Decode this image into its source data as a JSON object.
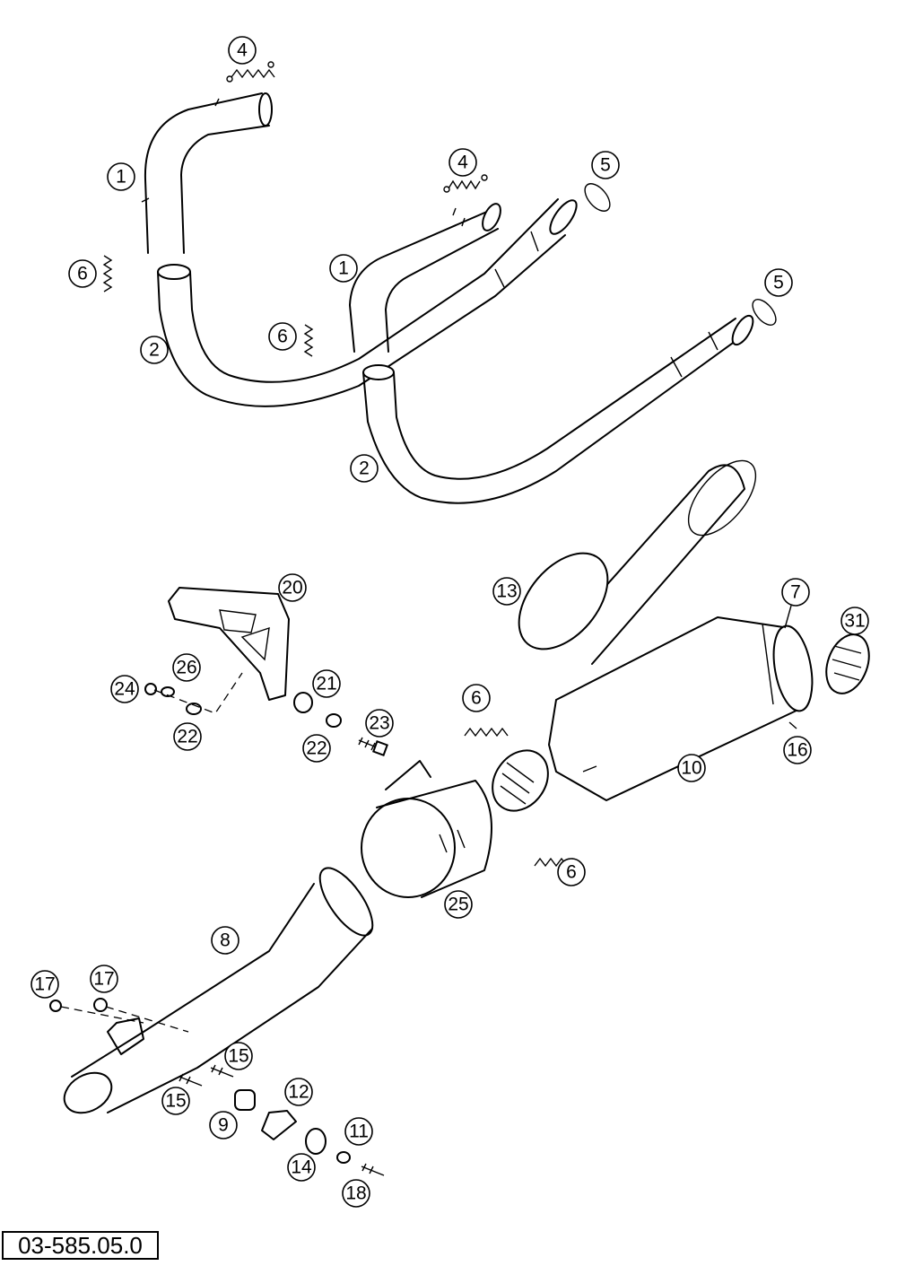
{
  "reference_number": "03-585.05.0",
  "callouts": [
    {
      "id": "c1a",
      "label": "1"
    },
    {
      "id": "c1b",
      "label": "1"
    },
    {
      "id": "c2a",
      "label": "2"
    },
    {
      "id": "c2b",
      "label": "2"
    },
    {
      "id": "c4a",
      "label": "4"
    },
    {
      "id": "c4b",
      "label": "4"
    },
    {
      "id": "c5a",
      "label": "5"
    },
    {
      "id": "c5b",
      "label": "5"
    },
    {
      "id": "c6a",
      "label": "6"
    },
    {
      "id": "c6b",
      "label": "6"
    },
    {
      "id": "c6c",
      "label": "6"
    },
    {
      "id": "c6d",
      "label": "6"
    },
    {
      "id": "c7",
      "label": "7"
    },
    {
      "id": "c8",
      "label": "8"
    },
    {
      "id": "c9",
      "label": "9"
    },
    {
      "id": "c10",
      "label": "10"
    },
    {
      "id": "c11",
      "label": "11"
    },
    {
      "id": "c12",
      "label": "12"
    },
    {
      "id": "c13",
      "label": "13"
    },
    {
      "id": "c14",
      "label": "14"
    },
    {
      "id": "c15a",
      "label": "15"
    },
    {
      "id": "c15b",
      "label": "15"
    },
    {
      "id": "c16",
      "label": "16"
    },
    {
      "id": "c17a",
      "label": "17"
    },
    {
      "id": "c17b",
      "label": "17"
    },
    {
      "id": "c18",
      "label": "18"
    },
    {
      "id": "c20",
      "label": "20"
    },
    {
      "id": "c21",
      "label": "21"
    },
    {
      "id": "c22a",
      "label": "22"
    },
    {
      "id": "c22b",
      "label": "22"
    },
    {
      "id": "c23",
      "label": "23"
    },
    {
      "id": "c24",
      "label": "24"
    },
    {
      "id": "c25",
      "label": "25"
    },
    {
      "id": "c26",
      "label": "26"
    },
    {
      "id": "c31",
      "label": "31"
    }
  ]
}
